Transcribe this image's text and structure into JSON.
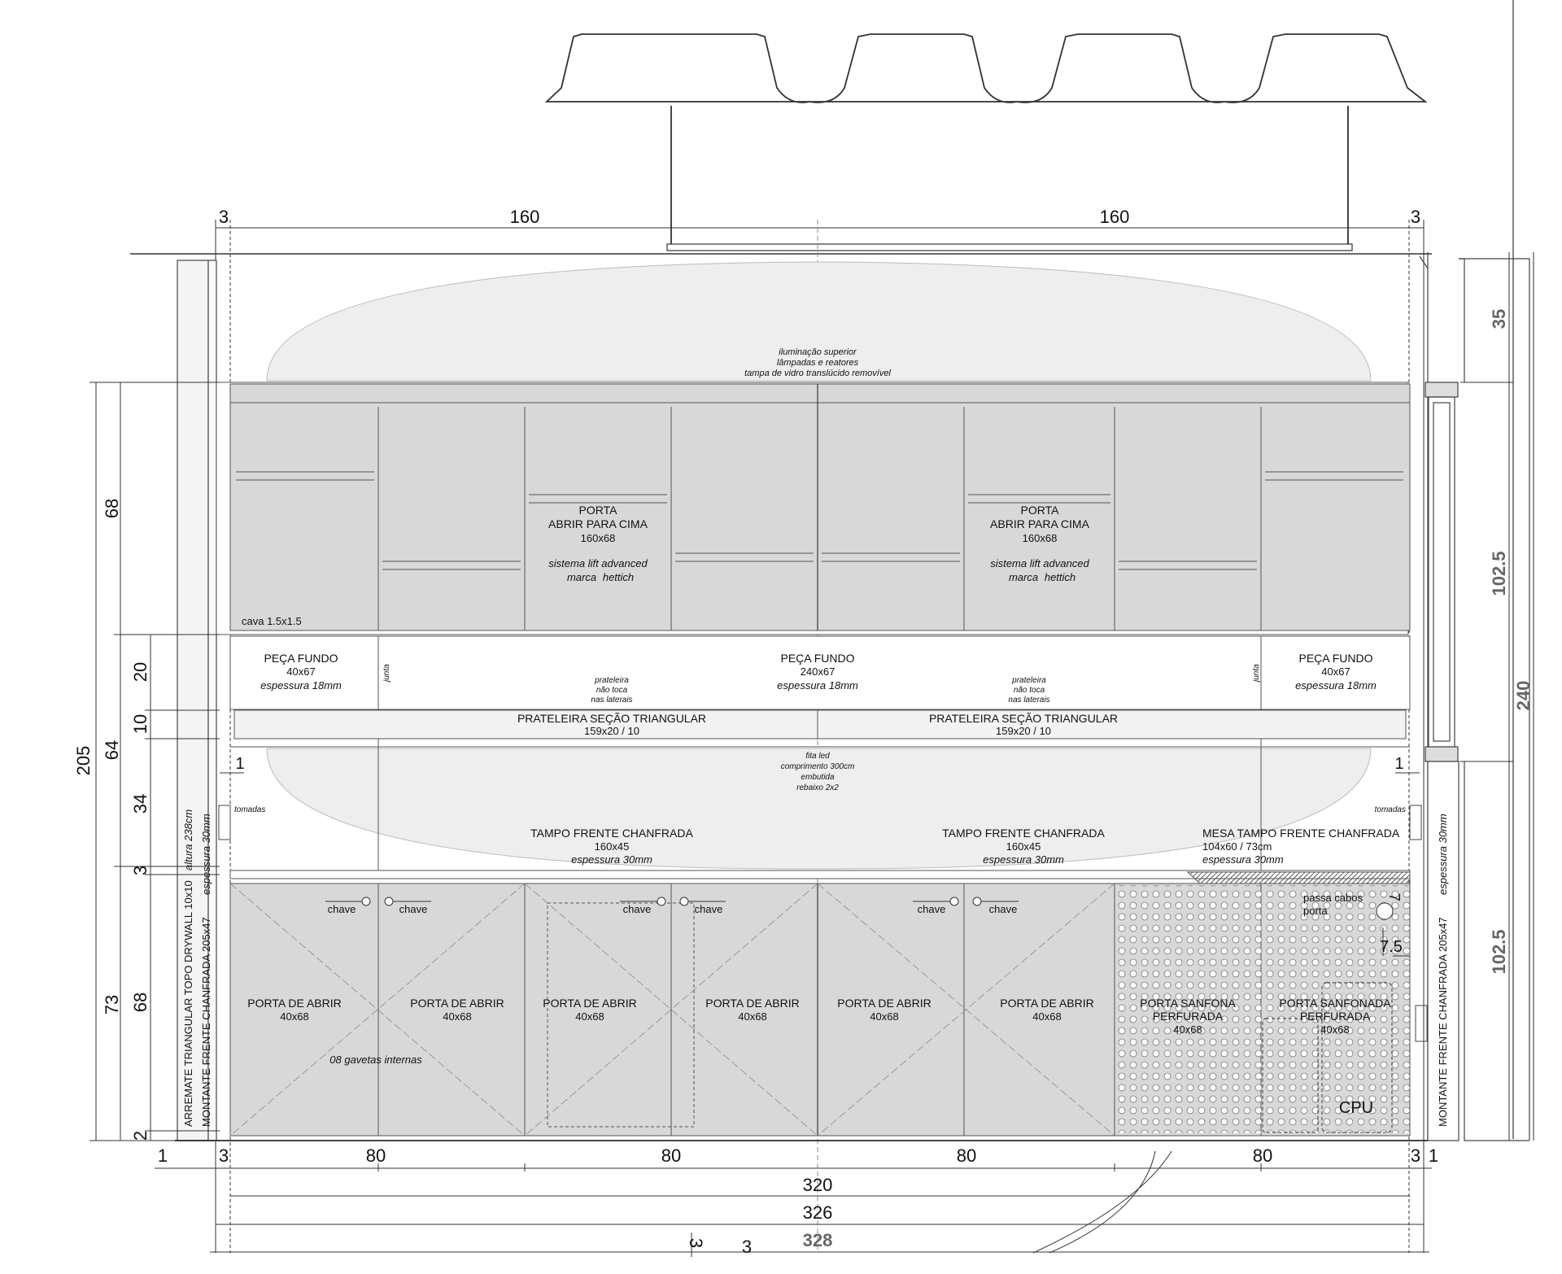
{
  "ceiling": {
    "top_dims": [
      "3",
      "160",
      "160",
      "3"
    ],
    "lighting": [
      "iluminação superior",
      "lâmpadas e reatores",
      "tampa de vidro translúcido removível"
    ]
  },
  "upper_cabinets": {
    "porta": [
      "PORTA",
      "ABRIR PARA CIMA",
      "160x68"
    ],
    "lift": [
      "sistema lift advanced",
      "marca",
      "hettich"
    ],
    "cava": "cava 1.5x1.5"
  },
  "back_panels": {
    "left": [
      "PEÇA FUNDO",
      "40x67",
      "espessura 18mm"
    ],
    "center": [
      "PEÇA FUNDO",
      "240x67",
      "espessura 18mm"
    ],
    "right": [
      "PEÇA FUNDO",
      "40x67",
      "espessura 18mm"
    ],
    "junta": "junta",
    "prateleira_note": [
      "prateleira",
      "não toca",
      "nas laterais"
    ]
  },
  "shelf": [
    "PRATELEIRA SEÇÃO TRIANGULAR",
    "159x20 / 10"
  ],
  "led": [
    "fita led",
    "comprimento 300cm",
    "embutida",
    "rebaixo 2x2"
  ],
  "tomadas": "tomadas",
  "countertops": {
    "tampo": [
      "TAMPO FRENTE CHANFRADA",
      "160x45",
      "espessura 30mm"
    ],
    "mesa": [
      "MESA TAMPO FRENTE CHANFRADA",
      "104x60 / 73cm",
      "espessura 30mm"
    ]
  },
  "lower_cabinets": {
    "chave": "chave",
    "porta_abrir": [
      "PORTA DE ABRIR",
      "40x68"
    ],
    "gavetas": "08 gavetas internas",
    "sanfona1": [
      "PORTA SANFONA",
      "PERFURADA",
      "40x68"
    ],
    "sanfona2": [
      "PORTA SANFONADA",
      "PERFURADA",
      "40x68"
    ],
    "passa_cabos": [
      "passa cabos",
      "porta"
    ],
    "cpu": "CPU",
    "dim_7": "7",
    "dim_75": "7.5"
  },
  "side_labels": {
    "left1": "ARREMATE TRIANGULAR TOPO DRYWALL  10x10",
    "left1_it": "altura 238cm",
    "left2": "MONTANTE  FRENTE CHANFRADA  205x47",
    "left2_it": "espessura 30mm",
    "right": "MONTANTE  FRENTE CHANFRADA  205x47",
    "right_it": "espessura 30mm"
  },
  "left_dims": [
    "68",
    "20",
    "10",
    "34",
    "3",
    "68",
    "2",
    "205",
    "64",
    "73"
  ],
  "right_dims": [
    "35",
    "102.5",
    "240",
    "102.5"
  ],
  "bottom_dims": {
    "small": [
      "1",
      "3",
      "3",
      "1"
    ],
    "eighty": [
      "80",
      "80",
      "80",
      "80"
    ],
    "totals": [
      "320",
      "326",
      "328"
    ],
    "misc": [
      "3",
      "3"
    ],
    "side_one": [
      "1",
      "1"
    ]
  }
}
